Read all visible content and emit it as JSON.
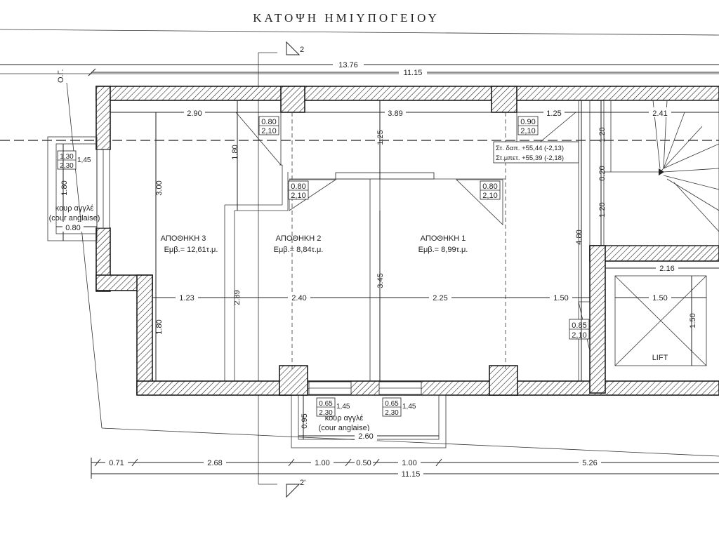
{
  "title": "ΚΑΤΟΨΗ ΗΜΙΥΠΟΓΕΙΟΥ",
  "section_marks": {
    "top": "2",
    "bottom": "2'"
  },
  "og_label": "Ο.Γ.",
  "rooms": [
    {
      "name": "ΑΠΟΘΗΚΗ 3",
      "area": "Εμβ.= 12,61τ.μ."
    },
    {
      "name": "ΑΠΟΘΗΚΗ 2",
      "area": "Εμβ.= 8,84τ.μ."
    },
    {
      "name": "ΑΠΟΘΗΚΗ 1",
      "area": "Εμβ.= 8,99τ.μ."
    }
  ],
  "lift_label": "LIFT",
  "cour": {
    "gr": "κουρ αγγλέ",
    "fr": "(cour anglaise)"
  },
  "levels": {
    "roof": "Στ. δαπ. +55,44 (-2,13)",
    "floor": "Στ.μπετ. +55,39 (-2,18)"
  },
  "openings": {
    "d1": {
      "w": "0.80",
      "h": "2,10"
    },
    "d2": {
      "w": "0.80",
      "h": "2,10"
    },
    "d3": {
      "w": "0.80",
      "h": "2,10"
    },
    "d4": {
      "w": "0.90",
      "h": "2,10"
    },
    "d5": {
      "w": "0.85",
      "h": "2,10"
    },
    "w1": {
      "a": "1,30",
      "b": "2,30",
      "c": "1,45"
    },
    "w2": {
      "a": "0.65",
      "b": "2,30",
      "c": "1,45"
    },
    "w3": {
      "a": "0.65",
      "b": "2,30",
      "c": "1,45"
    }
  },
  "dims": {
    "overall_top": "13.76",
    "top_inner": "11.15",
    "bottom_total": "11.15",
    "r_2_90": "2.90",
    "r_3_89": "3.89",
    "r_1_25a": "1.25",
    "r_2_41": "2.41",
    "v_1_25": "1.25",
    "v_1_80a": "1.80",
    "v_3_00": "3.00",
    "v_1_80b": "1.80",
    "v_1_80c": "1.80",
    "left_0_80": "0.80",
    "v_1_20a": "1.20",
    "v_0_20": "0.20",
    "v_1_20b": "1.20",
    "v_4_80": "4.80",
    "h_2_16": "2.16",
    "mid_1_23": "1.23",
    "v_2_89": "2.89",
    "mid_2_40": "2.40",
    "v_3_45": "3.45",
    "mid_2_25": "2.25",
    "mid_1_50": "1.50",
    "lift_1_50h": "1.50",
    "lift_1_50v": "1.50",
    "cour_0_95": "0.95",
    "cour_2_60": "2.60",
    "b_0_71": "0.71",
    "b_2_68": "2.68",
    "b_1_00a": "1.00",
    "b_0_50": "0.50",
    "b_1_00b": "1.00",
    "b_5_26": "5.26"
  }
}
